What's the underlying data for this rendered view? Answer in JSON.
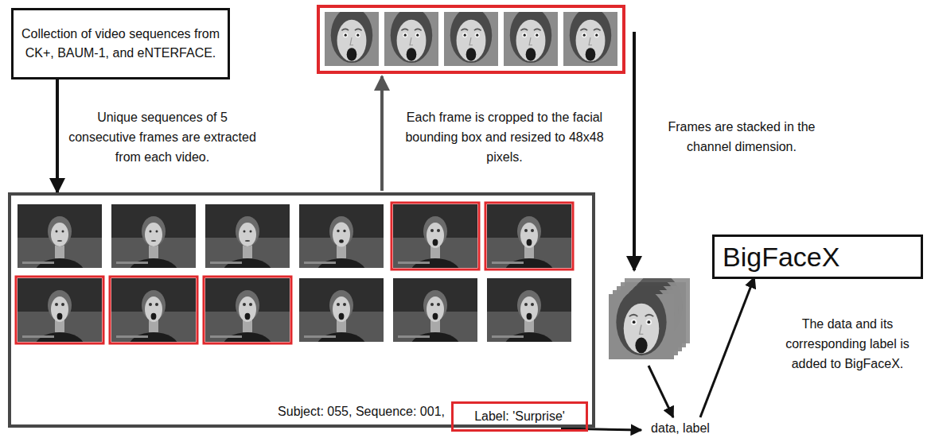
{
  "diagram": {
    "nodes": [
      {
        "text": [
          "Collection of video sequences from CK+, BAUM-1, and eNTERFACE."
        ]
      },
      {
        "text": [
          "Subject: 055, Sequence: 001,"
        ]
      },
      {
        "text": [
          "Label: 'Surprise'"
        ],
        "in": 1
      },
      {
        "text": [
          "BigFaceX"
        ]
      }
    ],
    "edges": [
      {
        "from": 0,
        "to": 1,
        "arrow": "to",
        "label": "Unique sequences of 5 consecutive frames are extracted from each video."
      }
    ],
    "labels": [
      "Each frame is cropped to the facial bounding box and resized to 48x48 pixels.",
      "Frames are stacked in the channel dimension.",
      "data, label",
      "The data and its corresponding label is added to BigFaceX."
    ]
  }
}
